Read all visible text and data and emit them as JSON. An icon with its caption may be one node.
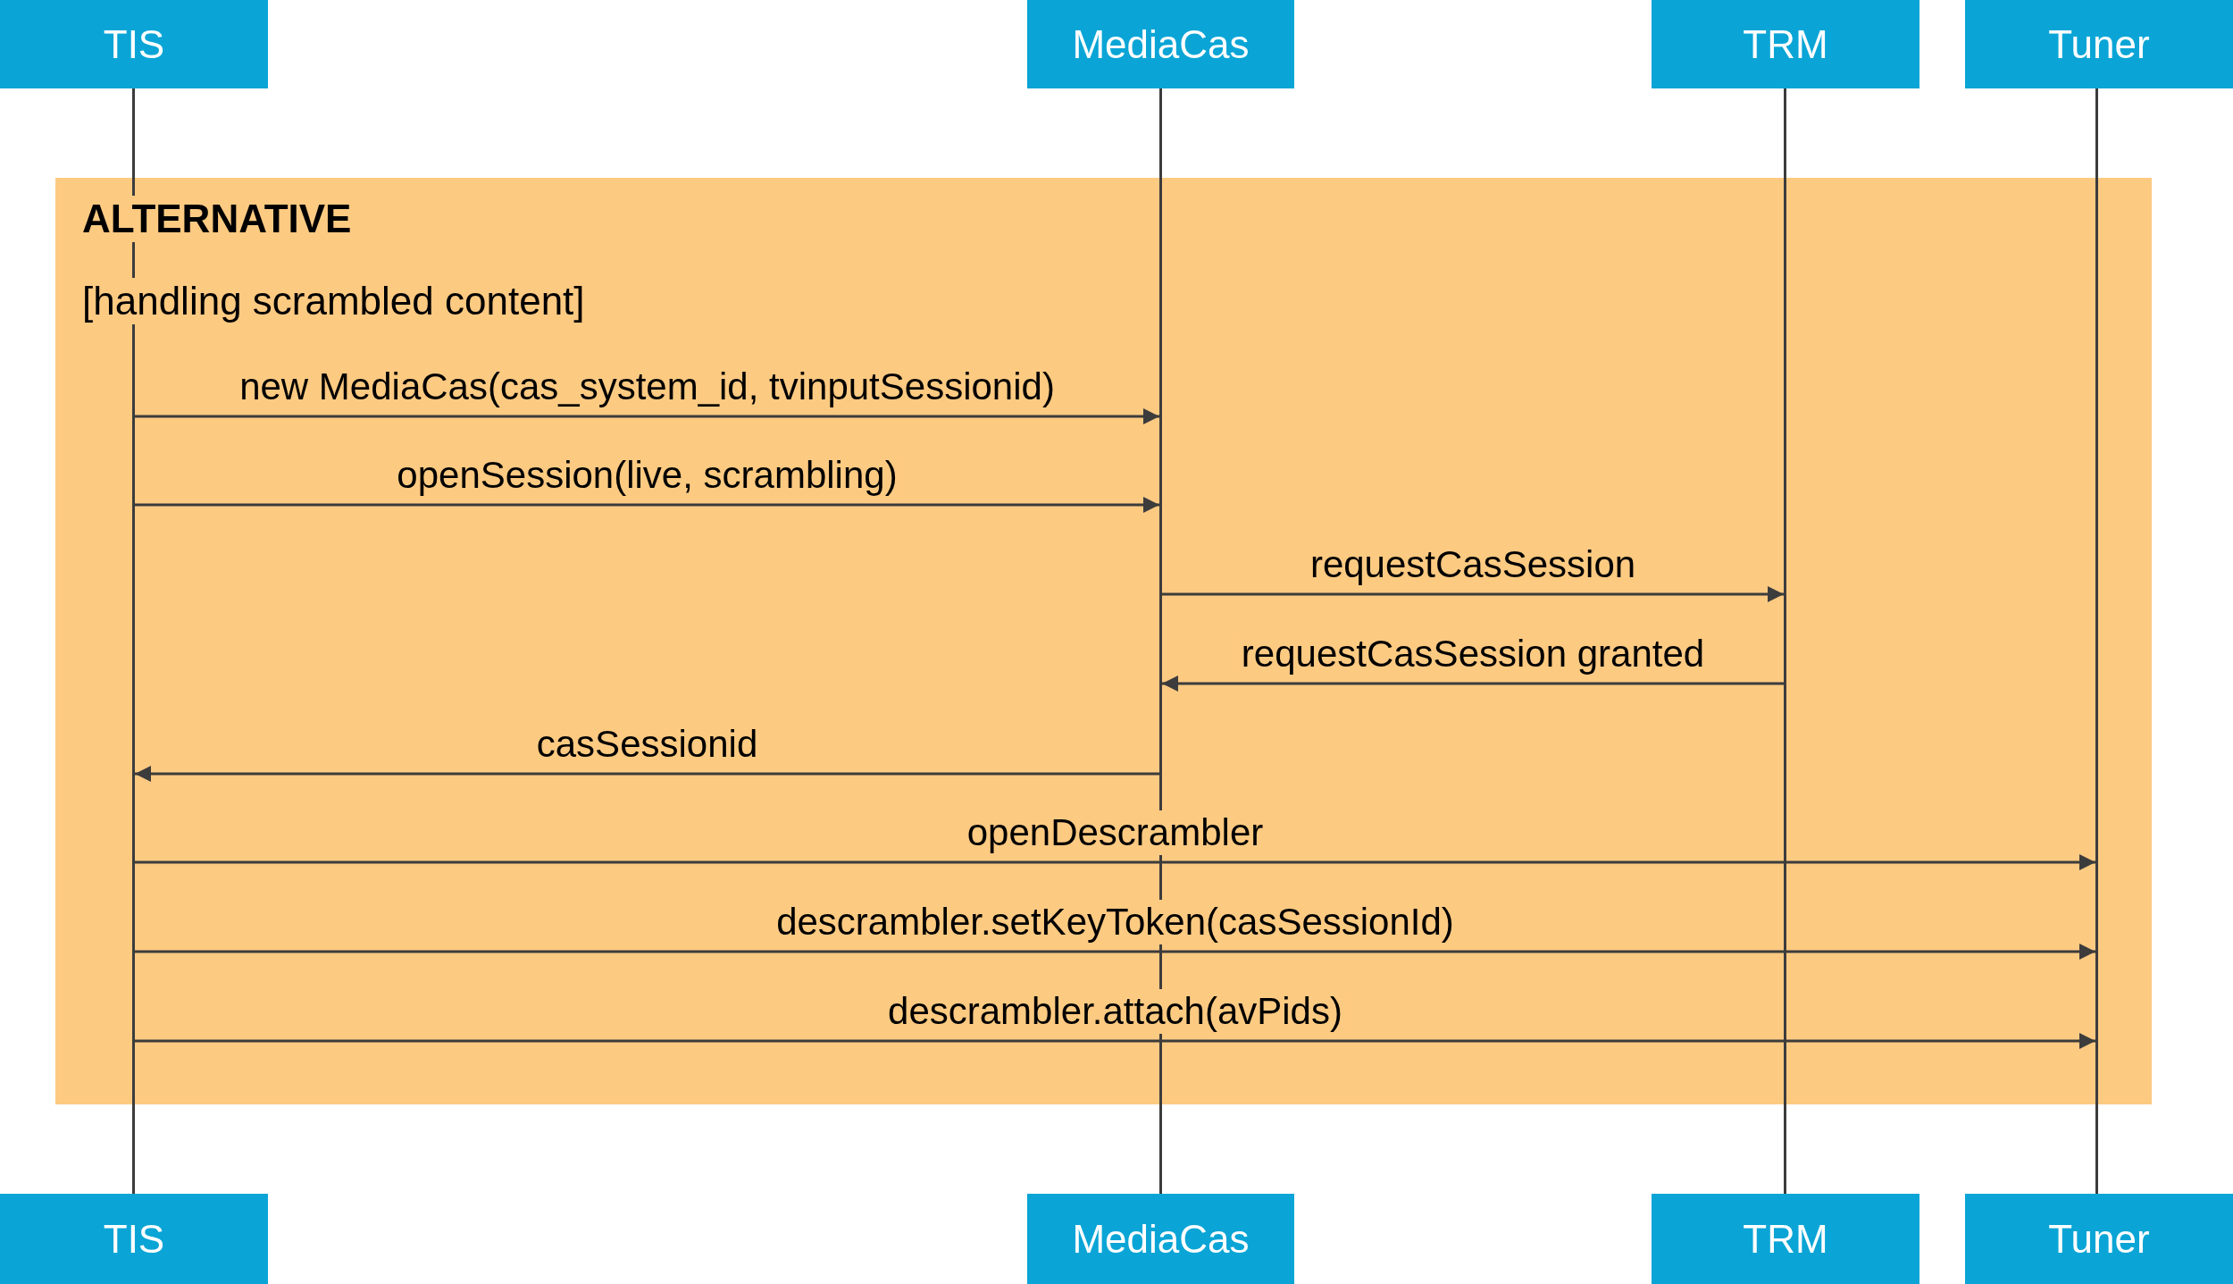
{
  "diagram": {
    "nodes": [
      {
        "text": [
          "TIS"
        ]
      },
      {
        "text": [
          "MediaCas"
        ]
      },
      {
        "text": [
          "TRM"
        ]
      },
      {
        "text": [
          "Tuner"
        ]
      },
      {
        "text": [
          "TIS"
        ]
      },
      {
        "text": [
          "MediaCas"
        ]
      },
      {
        "text": [
          "TRM"
        ]
      },
      {
        "text": [
          "Tuner"
        ]
      },
      {
        "text": [],
        "shape": "bar"
      },
      {
        "text": [],
        "shape": "bar"
      },
      {
        "text": [],
        "shape": "bar"
      },
      {
        "text": [],
        "shape": "bar"
      }
    ],
    "edges": [
      {
        "from": 8,
        "to": 9,
        "arrow": "to",
        "label": "new MediaCas(cas_system_id, tvinputSessionid)"
      },
      {
        "from": 8,
        "to": 9,
        "arrow": "to",
        "label": "openSession(live, scrambling)"
      },
      {
        "from": 9,
        "to": 10,
        "arrow": "to",
        "label": "requestCasSession"
      },
      {
        "from": 10,
        "to": 9,
        "arrow": "to",
        "label": "requestCasSession granted"
      },
      {
        "from": 9,
        "to": 8,
        "arrow": "to",
        "label": "casSessionid"
      },
      {
        "from": 8,
        "to": 11,
        "arrow": "to",
        "label": "openDescrambler"
      },
      {
        "from": 8,
        "to": 11,
        "arrow": "to",
        "label": "descrambler.setKeyToken(casSessionId)"
      },
      {
        "from": 8,
        "to": 11,
        "arrow": "to",
        "label": "descrambler.attach(avPids)"
      }
    ],
    "labels": [
      "ALTERNATIVE",
      "[handling scrambled content]"
    ]
  }
}
